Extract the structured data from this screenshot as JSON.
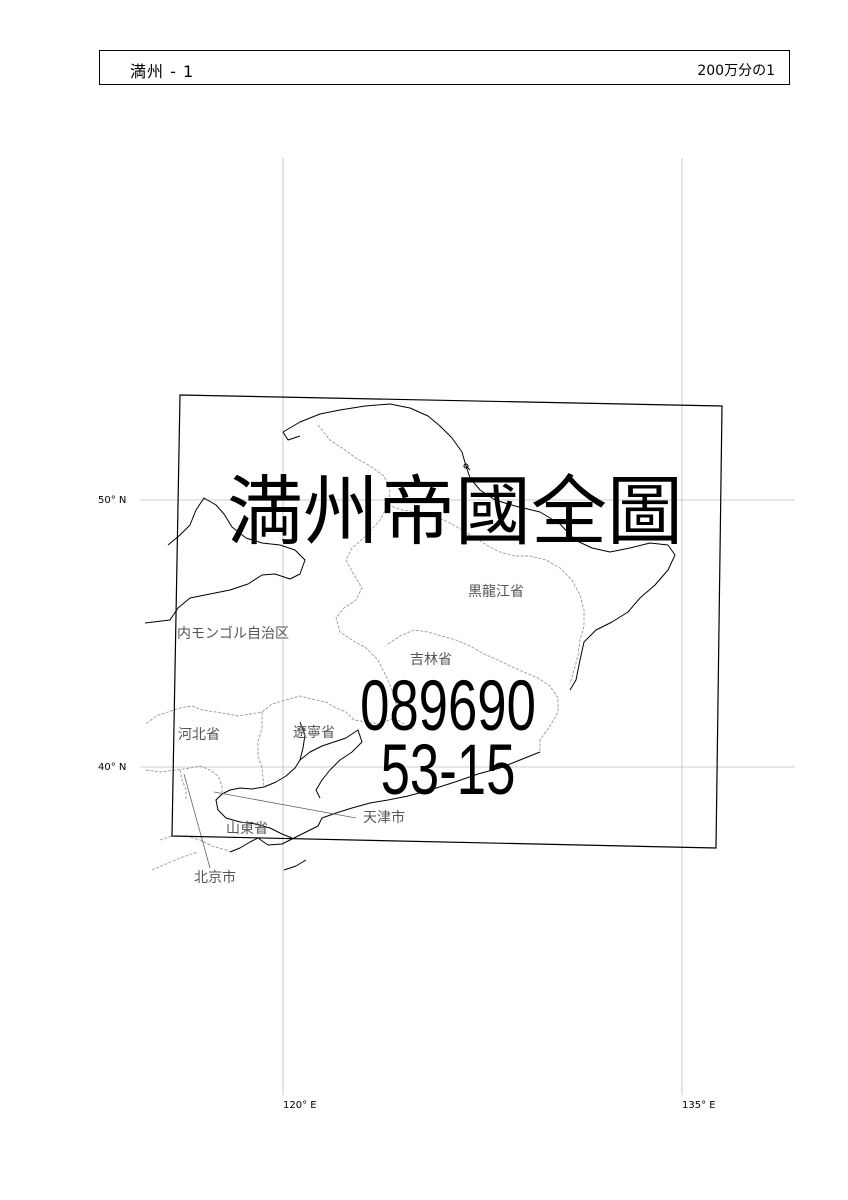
{
  "header": {
    "title": "満州 - 1",
    "scale": "200万分の1"
  },
  "map_title": "満州帝國全圖",
  "sheet_numbers": [
    "089690",
    "53-15"
  ],
  "grid": {
    "lat_labels": [
      "50° N",
      "40° N"
    ],
    "lon_labels": [
      "120° E",
      "135° E"
    ]
  },
  "regions": {
    "heilongjiang": "黒龍江省",
    "inner_mongolia": "内モンゴル自治区",
    "jilin": "吉林省",
    "hebei": "河北省",
    "liaoning": "遼寧省",
    "tianjin": "天津市",
    "shandong": "山東省",
    "beijing": "北京市"
  },
  "colors": {
    "gridline": "#bbbbbb",
    "coastline": "#000000",
    "border": "#999999",
    "region_label": "#555555"
  }
}
